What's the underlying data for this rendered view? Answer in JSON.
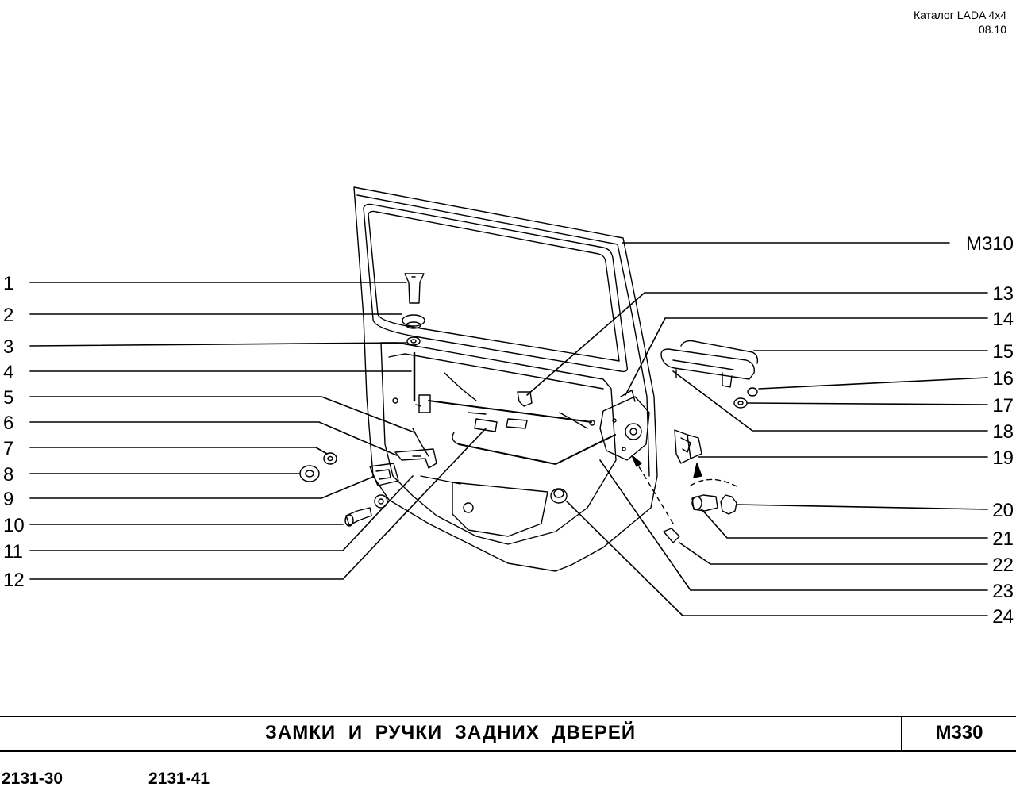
{
  "header": {
    "catalog": "Каталог  LADA  4x4",
    "date": "08.10"
  },
  "callouts": {
    "ref": "М310",
    "left": [
      "1",
      "2",
      "3",
      "4",
      "5",
      "6",
      "7",
      "8",
      "9",
      "10",
      "11",
      "12"
    ],
    "right": [
      "13",
      "14",
      "15",
      "16",
      "17",
      "18",
      "19",
      "20",
      "21",
      "22",
      "23",
      "24"
    ]
  },
  "footer": {
    "title": "ЗАМКИ   И   РУЧКИ   ЗАДНИХ  ДВЕРЕЙ",
    "code": "М330"
  },
  "models": [
    "2131-30",
    "2131-41"
  ]
}
